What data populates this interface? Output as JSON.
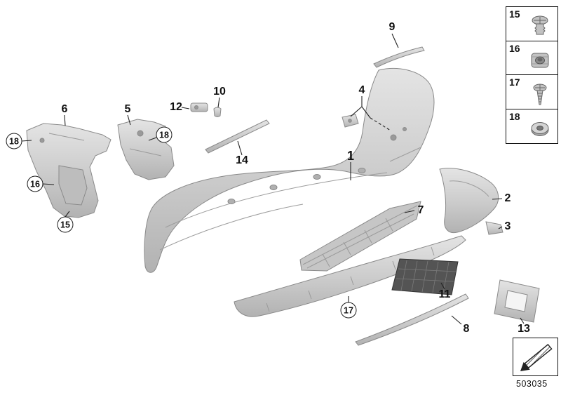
{
  "diagram": {
    "drawing_number": "503035",
    "colors": {
      "part_fill": "#cdcdcd",
      "part_stroke": "#8a8a8a",
      "mesh_fill": "#545454",
      "line_color": "#222222",
      "background": "#ffffff"
    }
  },
  "callouts": {
    "n1": "1",
    "n2": "2",
    "n3": "3",
    "n4": "4",
    "n5": "5",
    "n6": "6",
    "n7": "7",
    "n8": "8",
    "n9": "9",
    "n10": "10",
    "n11": "11",
    "n12": "12",
    "n13": "13",
    "n14": "14",
    "c15": "15",
    "c16": "16",
    "c17": "17",
    "c18a": "18",
    "c18b": "18"
  },
  "legend": {
    "items": [
      {
        "label": "15",
        "icon": "expanding-rivet-icon"
      },
      {
        "label": "16",
        "icon": "body-nut-clip-icon"
      },
      {
        "label": "17",
        "icon": "screw-icon"
      },
      {
        "label": "18",
        "icon": "grommet-icon"
      }
    ],
    "direction_icon": "direction-arrow-icon"
  }
}
